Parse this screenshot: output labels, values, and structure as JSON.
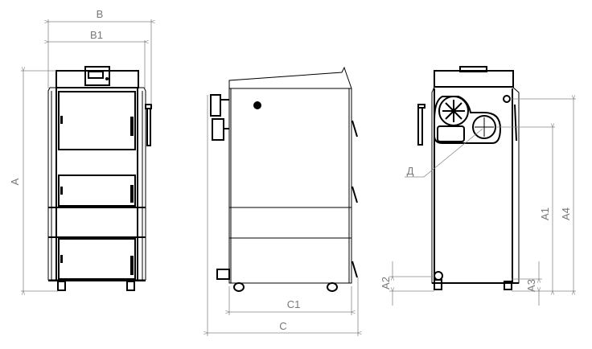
{
  "dimensions": {
    "front": {
      "width_total": "B",
      "width_body": "B1",
      "height_total": "A"
    },
    "side": {
      "depth_body": "C1",
      "depth_total": "C"
    },
    "back": {
      "flue_diameter": "Д",
      "flue_height": "A1",
      "upper_connection_height": "A4",
      "left_connection_height": "A2",
      "right_connection_height": "A3"
    }
  }
}
